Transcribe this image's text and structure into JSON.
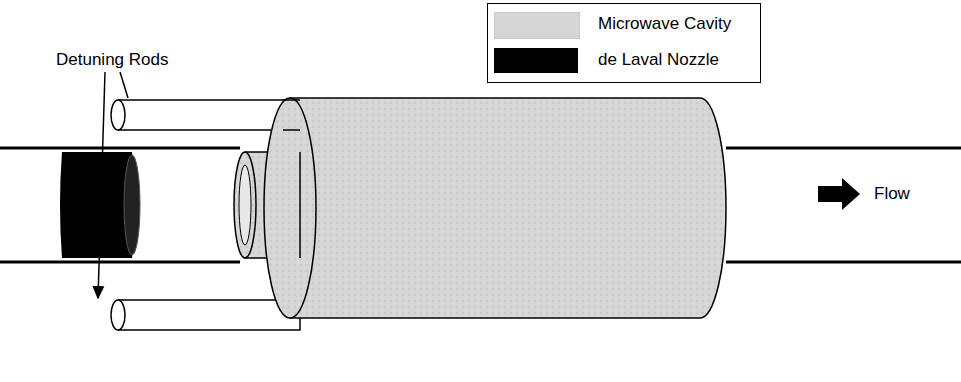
{
  "diagram": {
    "labels": [
      "Detuning Rods",
      "Flow"
    ],
    "legend": [
      {
        "text": "Microwave Cavity",
        "color": "#d6d6d6"
      },
      {
        "text": "de Laval Nozzle",
        "color": "#000000"
      }
    ]
  }
}
